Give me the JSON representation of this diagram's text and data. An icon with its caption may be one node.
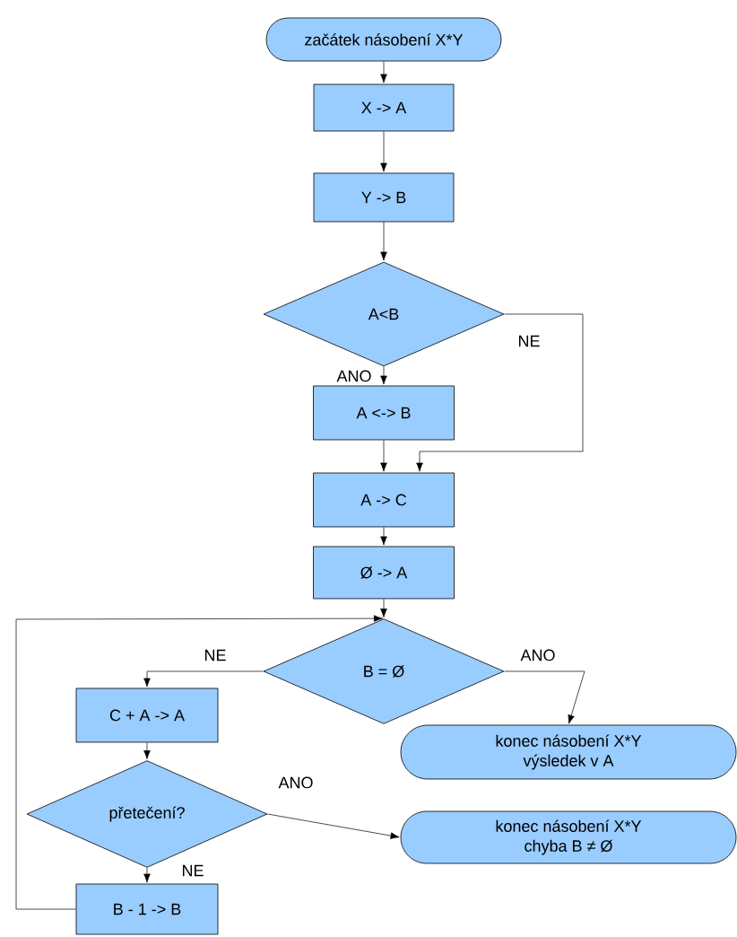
{
  "diagram": {
    "nodes": [
      {
        "text": [
          "začátek násobení X*Y"
        ]
      },
      {
        "text": [
          "X -> A"
        ]
      },
      {
        "text": [
          "Y -> B"
        ]
      },
      {
        "text": [
          "A<B"
        ]
      },
      {
        "text": [
          "A <-> B"
        ]
      },
      {
        "text": [
          "A -> C"
        ]
      },
      {
        "text": [
          "Ø -> A"
        ]
      },
      {
        "text": [
          "B = Ø"
        ]
      },
      {
        "text": [
          "C + A -> A"
        ]
      },
      {
        "text": [
          "konec násobení X*Y výsledek v A"
        ]
      },
      {
        "text": [
          "přetečení?"
        ]
      },
      {
        "text": [
          "konec násobení X*Y chyba B ≠ Ø"
        ]
      },
      {
        "text": [
          "B - 1 -> B"
        ]
      }
    ],
    "edges": [
      {
        "from": 0,
        "to": 1,
        "arrow": "to"
      },
      {
        "from": 1,
        "to": 2,
        "arrow": "to"
      },
      {
        "from": 2,
        "to": 3,
        "arrow": "to"
      },
      {
        "from": 3,
        "to": 4,
        "arrow": "to",
        "label": "ANO"
      },
      {
        "from": 3,
        "to": 5,
        "arrow": "to",
        "label": "NE"
      },
      {
        "from": 4,
        "to": 5,
        "arrow": "to"
      },
      {
        "from": 5,
        "to": 6,
        "arrow": "to"
      },
      {
        "from": 6,
        "to": 7,
        "arrow": "to"
      },
      {
        "from": 7,
        "to": 8,
        "arrow": "to",
        "label": "NE"
      },
      {
        "from": 7,
        "to": 9,
        "arrow": "to",
        "label": "ANO"
      },
      {
        "from": 8,
        "to": 10,
        "arrow": "to"
      },
      {
        "from": 10,
        "to": 11,
        "arrow": "to",
        "label": "ANO"
      },
      {
        "from": 10,
        "to": 12,
        "arrow": "to",
        "label": "NE"
      },
      {
        "from": 12,
        "to": 7,
        "arrow": "to"
      }
    ]
  }
}
